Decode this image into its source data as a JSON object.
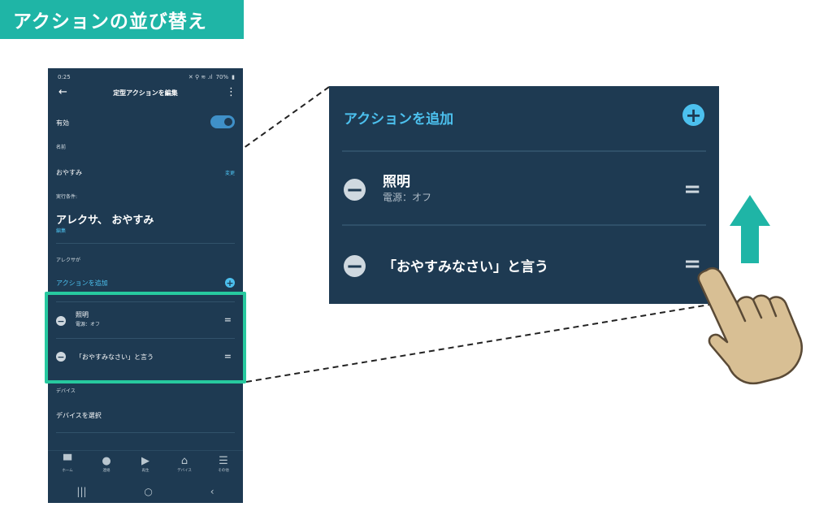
{
  "banner": {
    "title": "アクションの並び替え"
  },
  "colors": {
    "accent": "#1fb5a6",
    "highlight": "#27c99f",
    "app_bg": "#1e3a52",
    "link": "#4cc0ee"
  },
  "status_bar": {
    "time": "0:25",
    "icons": "✕ ⚲ ≋ .ıl",
    "battery": "70%"
  },
  "app_bar": {
    "title": "定型アクションを編集"
  },
  "enabled": {
    "label": "有効",
    "value": true
  },
  "name": {
    "label": "名前",
    "value": "おやすみ",
    "change_link": "変更"
  },
  "trigger": {
    "label": "実行条件:",
    "value": "アレクサ、 おやすみ",
    "edit_link": "編集"
  },
  "alexa_section": {
    "label": "アレクサが"
  },
  "actions": {
    "add_label": "アクションを追加",
    "items": [
      {
        "title": "照明",
        "subtitle": "電源：オフ"
      },
      {
        "title": "「おやすみなさい」と言う",
        "subtitle": ""
      }
    ]
  },
  "device": {
    "section_label": "デバイス",
    "select_label": "デバイスを選択"
  },
  "bottom_nav": [
    {
      "icon": "home-icon",
      "label": "ホーム"
    },
    {
      "icon": "chat-icon",
      "label": "連絡"
    },
    {
      "icon": "play-icon",
      "label": "再生"
    },
    {
      "icon": "devices-icon",
      "label": "デバイス"
    },
    {
      "icon": "menu-icon",
      "label": "その他"
    }
  ],
  "zoom": {
    "add_label": "アクションを追加",
    "items": [
      {
        "title": "照明",
        "subtitle": "電源：オフ"
      },
      {
        "title": "「おやすみなさい」と言う",
        "subtitle": ""
      }
    ]
  }
}
